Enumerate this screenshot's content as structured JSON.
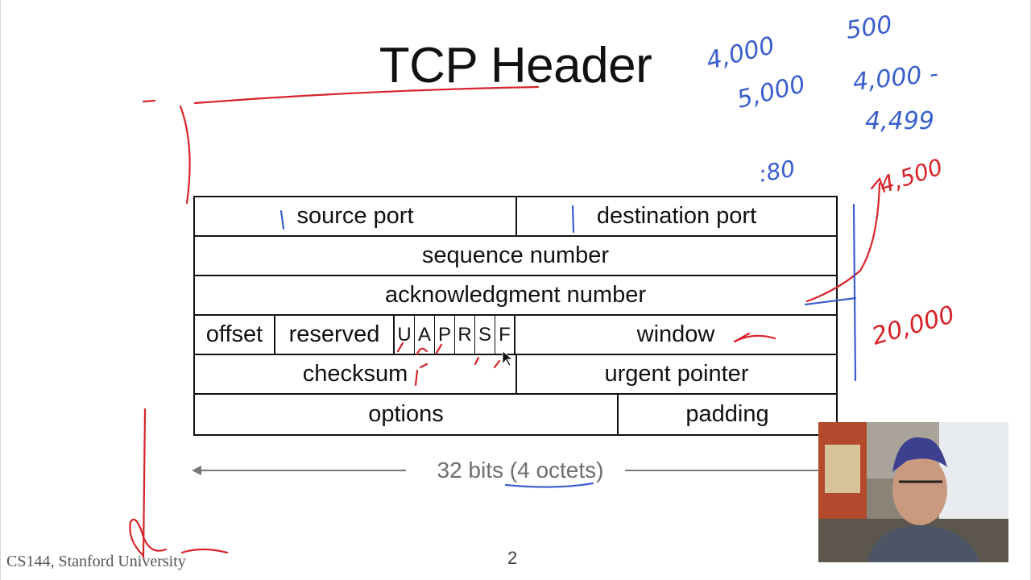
{
  "slide": {
    "title": "TCP Header",
    "footer_left": "CS144, Stanford University",
    "page_number": "2",
    "bits_label": "32 bits (4 octets)"
  },
  "header_fields": {
    "source_port": "source port",
    "destination_port": "destination port",
    "sequence_number": "sequence number",
    "acknowledgment_number": "acknowledgment number",
    "offset": "offset",
    "reserved": "reserved",
    "flags": [
      "U",
      "A",
      "P",
      "R",
      "S",
      "F"
    ],
    "window": "window",
    "checksum": "checksum",
    "urgent_pointer": "urgent pointer",
    "options": "options",
    "padding": "padding"
  },
  "annotations": {
    "notes": [
      "4,000",
      "500",
      "5,000",
      "4,000 -",
      "4,499",
      ":80",
      "4,500",
      "20,000"
    ],
    "ink_blue": "#3a5fcd",
    "ink_red": "#d8232a"
  }
}
